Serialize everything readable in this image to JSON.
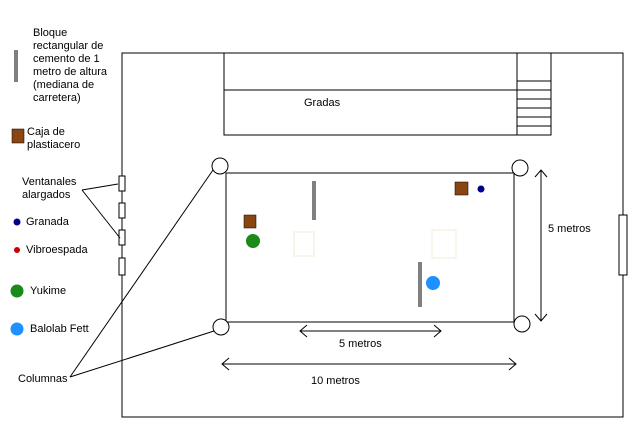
{
  "legend": {
    "cement_block": "Bloque\nrectangular de\ncemento de 1\nmetro de altura\n(mediana de\ncarretera)",
    "box": "Caja de\nplastiacero",
    "windows": "Ventanales\nalargados",
    "grenade": "Granada",
    "vibroblade": "Vibroespada",
    "yukime": "Yukime",
    "balolab": "Balolab Fett",
    "columns": "Columnas"
  },
  "map": {
    "stands": "Gradas",
    "dim_height": "5 metros",
    "dim_inner_width": "5 metros",
    "dim_outer_width": "10 metros"
  },
  "colors": {
    "cement": "#808080",
    "box": "#8b4513",
    "grenade": "#00008b",
    "vibroblade": "#cc0000",
    "yukime": "#1a8a1a",
    "balolab": "#1e90ff"
  }
}
